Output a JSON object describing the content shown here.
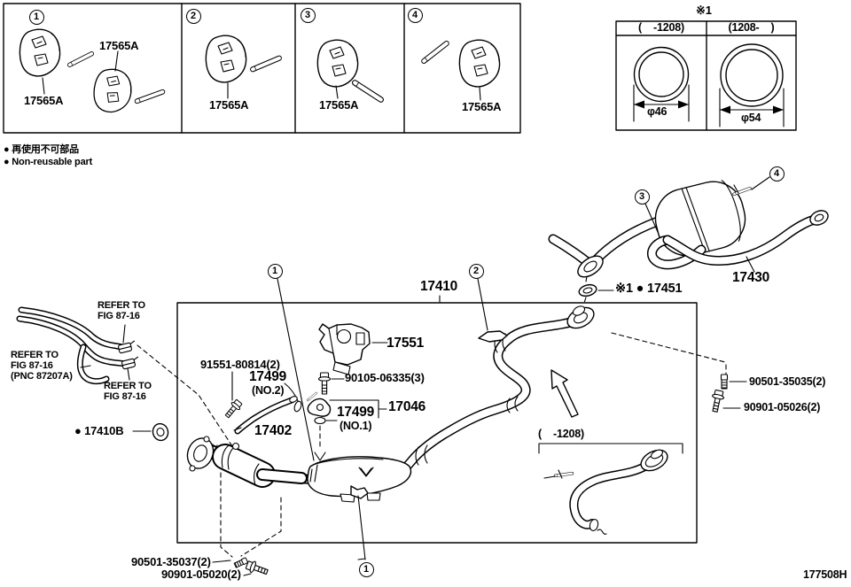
{
  "diagram_code": "177508H",
  "legend": {
    "jp": "● 再使用不可部品",
    "en": "● Non-reusable part"
  },
  "callout_numbers": {
    "n1": "1",
    "n2": "2",
    "n3": "3",
    "n4": "4"
  },
  "hanger_panel": {
    "boxes": [
      {
        "number": "1",
        "label_top": "17565A",
        "label_bottom": "17565A"
      },
      {
        "number": "2",
        "label": "17565A"
      },
      {
        "number": "3",
        "label": "17565A"
      },
      {
        "number": "4",
        "label": "17565A"
      }
    ]
  },
  "gasket_panel": {
    "note": "※1",
    "left": {
      "range": "(    -1208)",
      "diameter": "φ46"
    },
    "right": {
      "range": "(1208-    )",
      "diameter": "φ54"
    }
  },
  "muffler": {
    "part_number": "17430",
    "gasket_label": "※1 ● 17451"
  },
  "front_pipe": {
    "part_number": "17410",
    "sub_range": "(    -1208)",
    "labels": {
      "bracket": "17551",
      "clamp_gasket": "● 17410B",
      "sensor_bolt": "91551-80814(2)",
      "gasket_no2": "17499",
      "gasket_no2_sub": "(NO.2)",
      "bolt": "90105-06335(3)",
      "gasket_no1": "17499",
      "gasket_no1_sub": "(NO.1)",
      "clamp": "17046",
      "pipe_sub": "17402"
    }
  },
  "fasteners": {
    "right_nut": "90501-35035(2)",
    "right_bolt": "90901-05026(2)",
    "left_nut": "90501-35037(2)",
    "left_bolt": "90901-05020(2)"
  },
  "refer_notes": {
    "top_line1": "REFER TO",
    "top_line2": "FIG 87-16",
    "left_line1": "REFER TO",
    "left_line2": "FIG 87-16",
    "left_line3": "(PNC 87207A)",
    "bottom_line1": "REFER TO",
    "bottom_line2": "FIG 87-16"
  }
}
